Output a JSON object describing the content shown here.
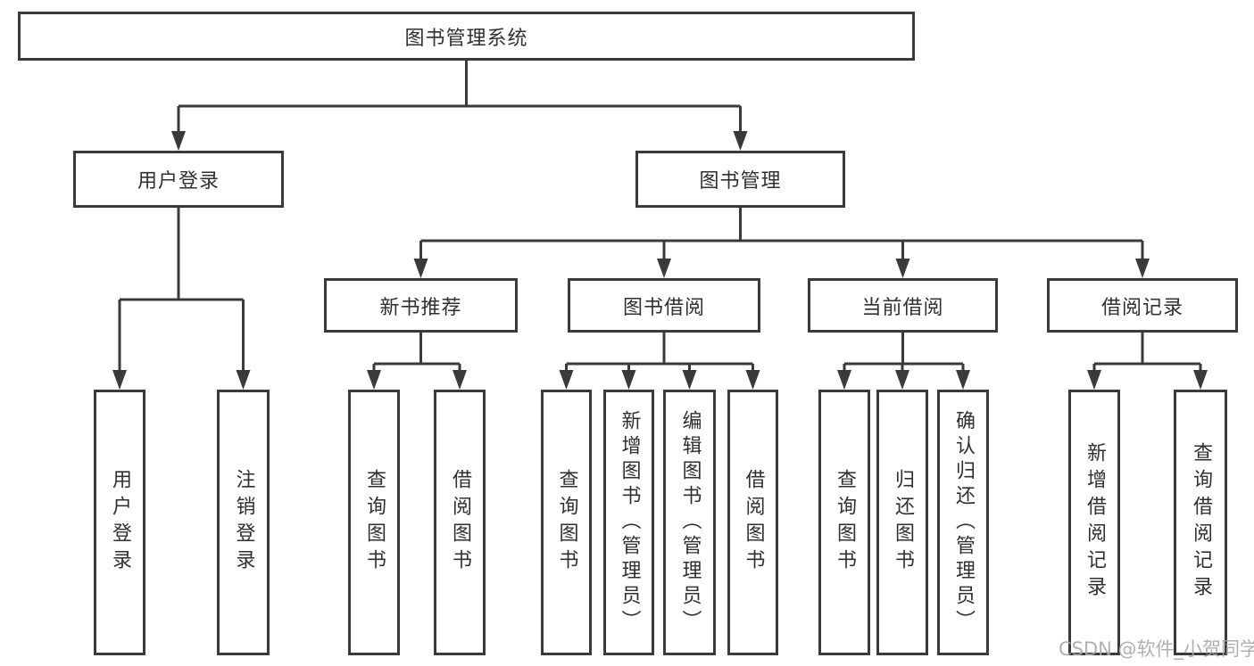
{
  "diagram": {
    "title": "图书管理系统",
    "level2": [
      "用户登录",
      "图书管理"
    ],
    "level3": [
      "新书推荐",
      "图书借阅",
      "当前借阅",
      "借阅记录"
    ],
    "leaves": {
      "login": [
        "用户登录",
        "注销登录"
      ],
      "recommend": [
        "查询图书",
        "借阅图书"
      ],
      "borrow": [
        "查询图书",
        "新增图书（管理员）",
        "编辑图书（管理员）",
        "借阅图书"
      ],
      "current": [
        "查询图书",
        "归还图书",
        "确认归还（管理员）"
      ],
      "records": [
        "新增借阅记录",
        "查询借阅记录"
      ]
    }
  },
  "watermark": "CSDN @软件_小贺同学",
  "colors": {
    "line": "#3a3a3a",
    "text": "#303030",
    "box_fill": "#ffffff",
    "watermark": "#a8a8a8",
    "background": "#ffffff"
  }
}
